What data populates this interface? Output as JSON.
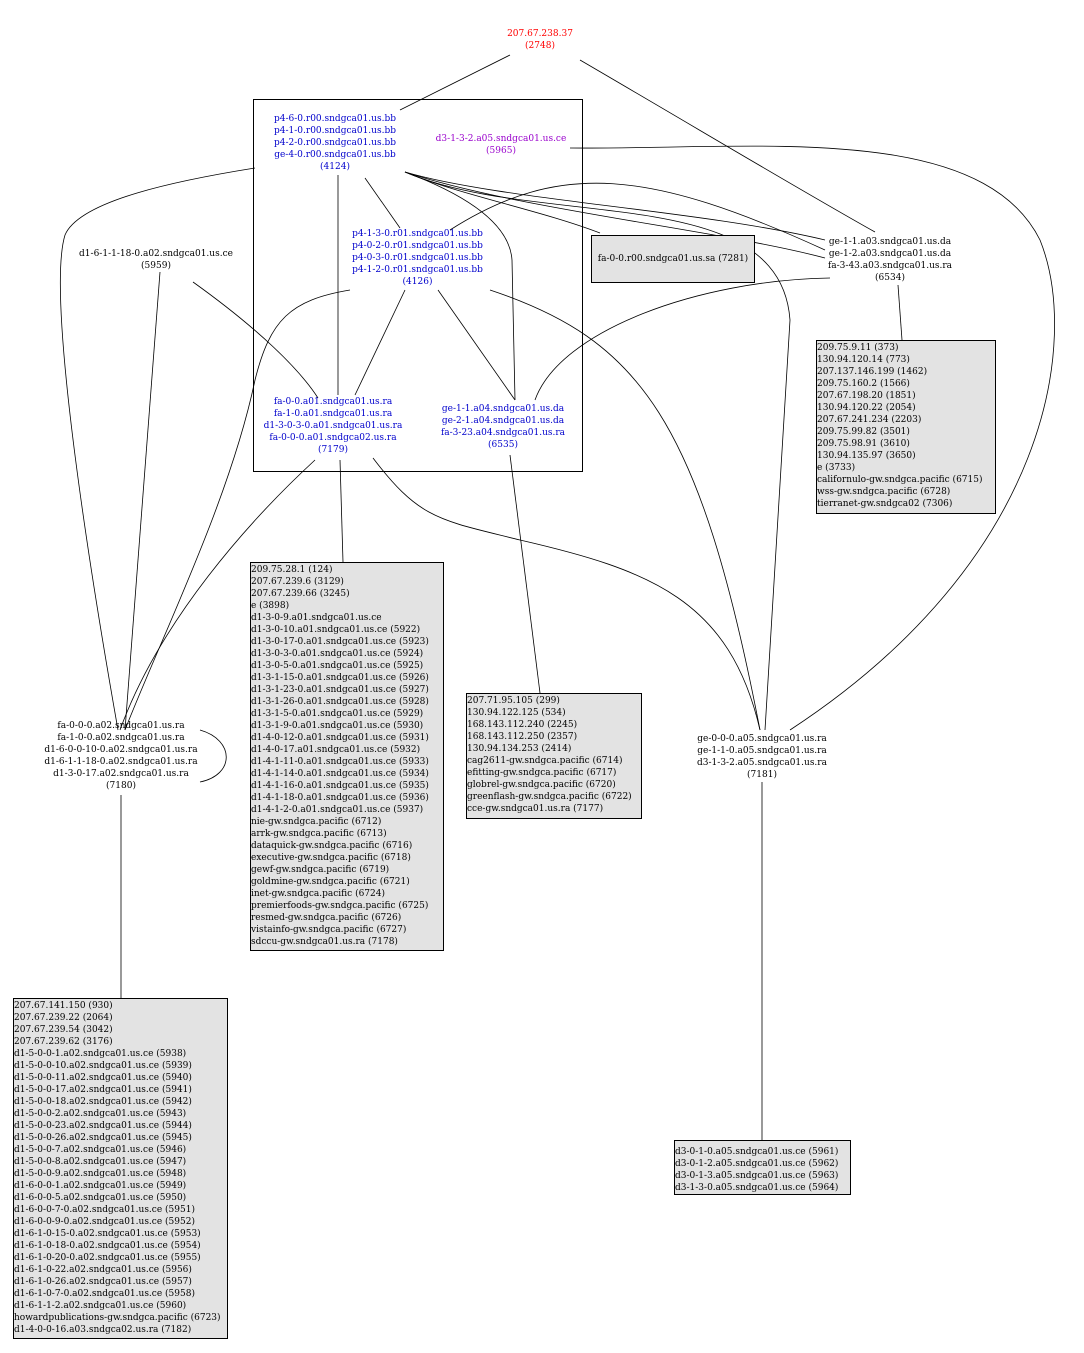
{
  "colors": {
    "red": "#ff0000",
    "blue": "#0000cc",
    "purple": "#9900cc",
    "black": "#000000",
    "box_fill": "#e3e3e3"
  },
  "nodes": {
    "root": {
      "lines": [
        "207.67.238.37",
        "(2748)"
      ],
      "color": "red"
    },
    "p4r00": {
      "lines": [
        "p4-6-0.r00.sndgca01.us.bb",
        "p4-1-0.r00.sndgca01.us.bb",
        "p4-2-0.r00.sndgca01.us.bb",
        "ge-4-0.r00.sndgca01.us.bb",
        "(4124)"
      ],
      "color": "blue"
    },
    "d3a05": {
      "lines": [
        "d3-1-3-2.a05.sndgca01.us.ce",
        "(5965)"
      ],
      "color": "purple"
    },
    "p4r01": {
      "lines": [
        "p4-1-3-0.r01.sndgca01.us.bb",
        "p4-0-2-0.r01.sndgca01.us.bb",
        "p4-0-3-0.r01.sndgca01.us.bb",
        "p4-1-2-0.r01.sndgca01.us.bb",
        "(4126)"
      ],
      "color": "blue"
    },
    "fa_a01": {
      "lines": [
        "fa-0-0.a01.sndgca01.us.ra",
        "fa-1-0.a01.sndgca01.us.ra",
        "d1-3-0-3-0.a01.sndgca01.us.ra",
        "fa-0-0-0.a01.sndgca02.us.ra",
        "(7179)"
      ],
      "color": "blue"
    },
    "ge_a04": {
      "lines": [
        "ge-1-1.a04.sndgca01.us.da",
        "ge-2-1.a04.sndgca01.us.da",
        "fa-3-23.a04.sndgca01.us.ra",
        "(6535)"
      ],
      "color": "blue"
    },
    "d1a02": {
      "lines": [
        "d1-6-1-1-18-0.a02.sndgca01.us.ce",
        "(5959)"
      ],
      "color": "black"
    },
    "ge_a03": {
      "lines": [
        "ge-1-1.a03.sndgca01.us.da",
        "ge-1-2.a03.sndgca01.us.da",
        "fa-3-43.a03.sndgca01.us.ra",
        "(6534)"
      ],
      "color": "black"
    },
    "fa_a02": {
      "lines": [
        "fa-0-0-0.a02.sndgca01.us.ra",
        "fa-1-0-0.a02.sndgca01.us.ra",
        "d1-6-0-0-10-0.a02.sndgca01.us.ra",
        "d1-6-1-1-18-0.a02.sndgca01.us.ra",
        "d1-3-0-17.a02.sndgca01.us.ra",
        "(7180)"
      ],
      "color": "black"
    },
    "ge_a05": {
      "lines": [
        "ge-0-0-0.a05.sndgca01.us.ra",
        "ge-1-1-0.a05.sndgca01.us.ra",
        "d3-1-3-2.a05.sndgca01.us.ra",
        "(7181)"
      ],
      "color": "black"
    }
  },
  "boxes": {
    "sa": {
      "lines": [
        "fa-0-0.r00.sndgca01.us.sa (7281)"
      ]
    },
    "b6534": {
      "lines": [
        "209.75.9.11 (373)",
        "130.94.120.14 (773)",
        "207.137.146.199 (1462)",
        "209.75.160.2 (1566)",
        "207.67.198.20 (1851)",
        "130.94.120.22 (2054)",
        "207.67.241.234 (2203)",
        "209.75.99.82 (3501)",
        "209.75.98.91 (3610)",
        "130.94.135.97 (3650)",
        "e (3733)",
        "californulo-gw.sndgca.pacific (6715)",
        "wss-gw.sndgca.pacific (6728)",
        "tierranet-gw.sndgca02 (7306)"
      ]
    },
    "b7179": {
      "lines": [
        "209.75.28.1 (124)",
        "207.67.239.6 (3129)",
        "207.67.239.66 (3245)",
        "e (3898)",
        "d1-3-0-9.a01.sndgca01.us.ce",
        "d1-3-0-10.a01.sndgca01.us.ce (5922)",
        "d1-3-0-17-0.a01.sndgca01.us.ce (5923)",
        "d1-3-0-3-0.a01.sndgca01.us.ce (5924)",
        "d1-3-0-5-0.a01.sndgca01.us.ce (5925)",
        "d1-3-1-15-0.a01.sndgca01.us.ce (5926)",
        "d1-3-1-23-0.a01.sndgca01.us.ce (5927)",
        "d1-3-1-26-0.a01.sndgca01.us.ce (5928)",
        "d1-3-1-5-0.a01.sndgca01.us.ce (5929)",
        "d1-3-1-9-0.a01.sndgca01.us.ce (5930)",
        "d1-4-0-12-0.a01.sndgca01.us.ce (5931)",
        "d1-4-0-17.a01.sndgca01.us.ce (5932)",
        "d1-4-1-11-0.a01.sndgca01.us.ce (5933)",
        "d1-4-1-14-0.a01.sndgca01.us.ce (5934)",
        "d1-4-1-16-0.a01.sndgca01.us.ce (5935)",
        "d1-4-1-18-0.a01.sndgca01.us.ce (5936)",
        "d1-4-1-2-0.a01.sndgca01.us.ce (5937)",
        "nie-gw.sndgca.pacific (6712)",
        "arrk-gw.sndgca.pacific (6713)",
        "dataquick-gw.sndgca.pacific (6716)",
        "executive-gw.sndgca.pacific (6718)",
        "gewf-gw.sndgca.pacific (6719)",
        "goldmine-gw.sndgca.pacific (6721)",
        "inet-gw.sndgca.pacific (6724)",
        "premierfoods-gw.sndgca.pacific (6725)",
        "resmed-gw.sndgca.pacific (6726)",
        "vistainfo-gw.sndgca.pacific (6727)",
        "sdccu-gw.sndgca01.us.ra (7178)"
      ]
    },
    "b6535": {
      "lines": [
        "207.71.95.105 (299)",
        "130.94.122.125 (534)",
        "168.143.112.240 (2245)",
        "168.143.112.250 (2357)",
        "130.94.134.253 (2414)",
        "cag2611-gw.sndgca.pacific (6714)",
        "efitting-gw.sndgca.pacific (6717)",
        "globrel-gw.sndgca.pacific (6720)",
        "greenflash-gw.sndgca.pacific (6722)",
        "cce-gw.sndgca01.us.ra (7177)"
      ]
    },
    "b7180": {
      "lines": [
        "207.67.141.150 (930)",
        "207.67.239.22 (2064)",
        "207.67.239.54 (3042)",
        "207.67.239.62 (3176)",
        "d1-5-0-0-1.a02.sndgca01.us.ce (5938)",
        "d1-5-0-0-10.a02.sndgca01.us.ce (5939)",
        "d1-5-0-0-11.a02.sndgca01.us.ce (5940)",
        "d1-5-0-0-17.a02.sndgca01.us.ce (5941)",
        "d1-5-0-0-18.a02.sndgca01.us.ce (5942)",
        "d1-5-0-0-2.a02.sndgca01.us.ce (5943)",
        "d1-5-0-0-23.a02.sndgca01.us.ce (5944)",
        "d1-5-0-0-26.a02.sndgca01.us.ce (5945)",
        "d1-5-0-0-7.a02.sndgca01.us.ce (5946)",
        "d1-5-0-0-8.a02.sndgca01.us.ce (5947)",
        "d1-5-0-0-9.a02.sndgca01.us.ce (5948)",
        "d1-6-0-0-1.a02.sndgca01.us.ce (5949)",
        "d1-6-0-0-5.a02.sndgca01.us.ce (5950)",
        "d1-6-0-0-7-0.a02.sndgca01.us.ce (5951)",
        "d1-6-0-0-9-0.a02.sndgca01.us.ce (5952)",
        "d1-6-1-0-15-0.a02.sndgca01.us.ce (5953)",
        "d1-6-1-0-18-0.a02.sndgca01.us.ce (5954)",
        "d1-6-1-0-20-0.a02.sndgca01.us.ce (5955)",
        "d1-6-1-0-22.a02.sndgca01.us.ce (5956)",
        "d1-6-1-0-26.a02.sndgca01.us.ce (5957)",
        "d1-6-1-0-7-0.a02.sndgca01.us.ce (5958)",
        "d1-6-1-1-2.a02.sndgca01.us.ce (5960)",
        "howardpublications-gw.sndgca.pacific (6723)",
        "d1-4-0-0-16.a03.sndgca02.us.ra (7182)"
      ]
    },
    "b7181": {
      "lines": [
        "d3-0-1-0.a05.sndgca01.us.ce (5961)",
        "d3-0-1-2.a05.sndgca01.us.ce (5962)",
        "d3-0-1-3.a05.sndgca01.us.ce (5963)",
        "d3-1-3-0.a05.sndgca01.us.ce (5964)"
      ]
    }
  }
}
